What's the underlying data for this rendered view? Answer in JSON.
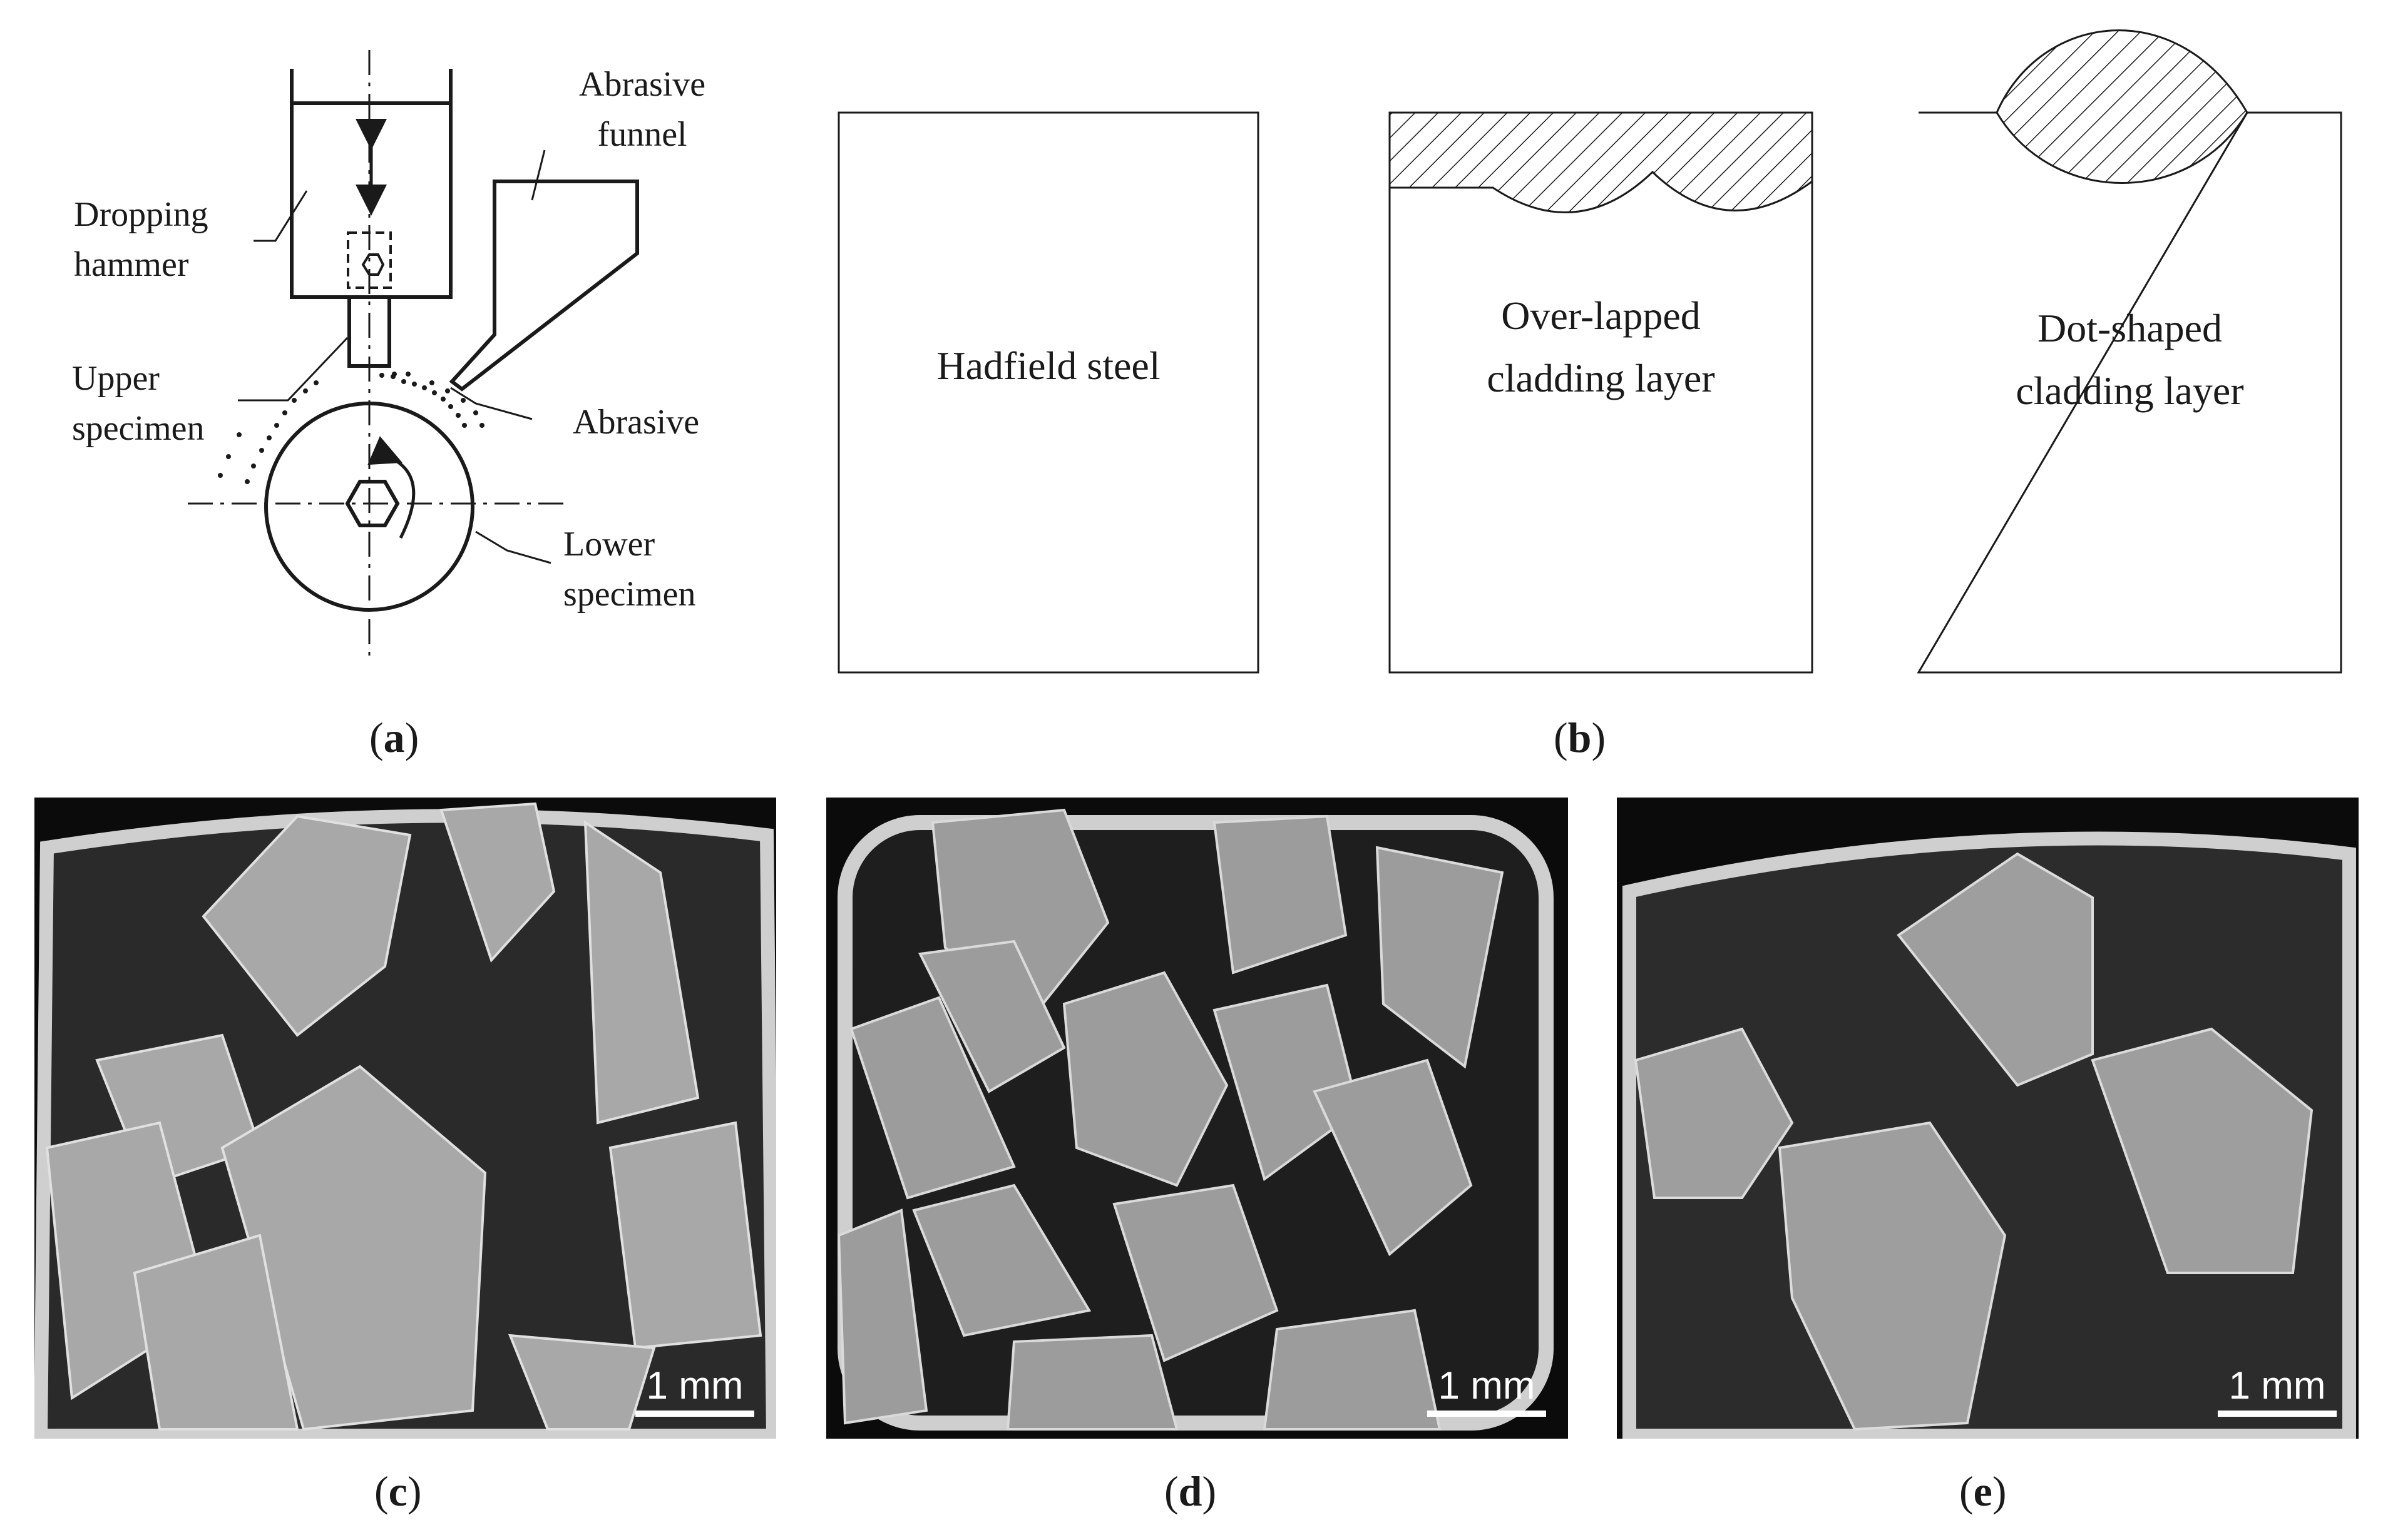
{
  "panel_a": {
    "labels": {
      "dropping_hammer": [
        "Dropping",
        "hammer"
      ],
      "abrasive_funnel": [
        "Abrasive",
        "funnel"
      ],
      "upper_specimen": [
        "Upper",
        "specimen"
      ],
      "abrasive": "Abrasive",
      "lower_specimen": [
        "Lower",
        "specimen"
      ]
    },
    "caption_letter": "a"
  },
  "panel_b": {
    "boxes": [
      {
        "lines": [
          "Hadfield steel"
        ]
      },
      {
        "lines": [
          "Over-lapped",
          "cladding layer"
        ]
      },
      {
        "lines": [
          "Dot-shaped",
          "cladding layer"
        ]
      }
    ],
    "caption_letter": "b"
  },
  "photos": [
    {
      "caption_letter": "c",
      "scale_label": "1 mm"
    },
    {
      "caption_letter": "d",
      "scale_label": "1 mm"
    },
    {
      "caption_letter": "e",
      "scale_label": "1 mm"
    }
  ],
  "colors": {
    "line": "#1a1a1a",
    "photo_bg": "#0b0b0b",
    "particle": "#9a9a9a"
  }
}
